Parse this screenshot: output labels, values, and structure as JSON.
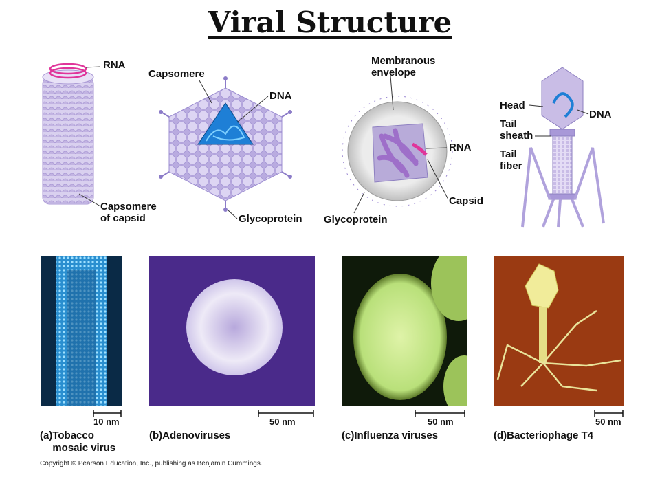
{
  "title": "Viral Structure",
  "diagrams": {
    "tmv": {
      "rna": "RNA",
      "capsomere": "Capsomere\nof capsid"
    },
    "adeno": {
      "capsomere": "Capsomere",
      "dna": "DNA",
      "glycoprotein": "Glycoprotein"
    },
    "influenza": {
      "envelope": "Membranous\nenvelope",
      "rna": "RNA",
      "capsid": "Capsid",
      "glycoprotein": "Glycoprotein"
    },
    "phage": {
      "head": "Head",
      "dna": "DNA",
      "tail_sheath": "Tail\nsheath",
      "tail_fiber": "Tail\nfiber"
    }
  },
  "panels": [
    {
      "letter": "(a)",
      "caption": "Tobacco\nmosaic virus",
      "scale": "10 nm"
    },
    {
      "letter": "(b)",
      "caption": "Adenoviruses",
      "scale": "50 nm"
    },
    {
      "letter": "(c)",
      "caption": "Influenza viruses",
      "scale": "50 nm"
    },
    {
      "letter": "(d)",
      "caption": "Bacteriophage T4",
      "scale": "50 nm"
    }
  ],
  "copyright": "Copyright © Pearson Education, Inc., publishing as Benjamin Cummings.",
  "colors": {
    "capsid_lavender": "#c9bde6",
    "nucleic_blue": "#1e7fd6",
    "rna_magenta": "#e0359a",
    "adeno_purple": "#4a2a8a",
    "flu_green": "#b9e07a",
    "phage_rust": "#9a3a12"
  }
}
